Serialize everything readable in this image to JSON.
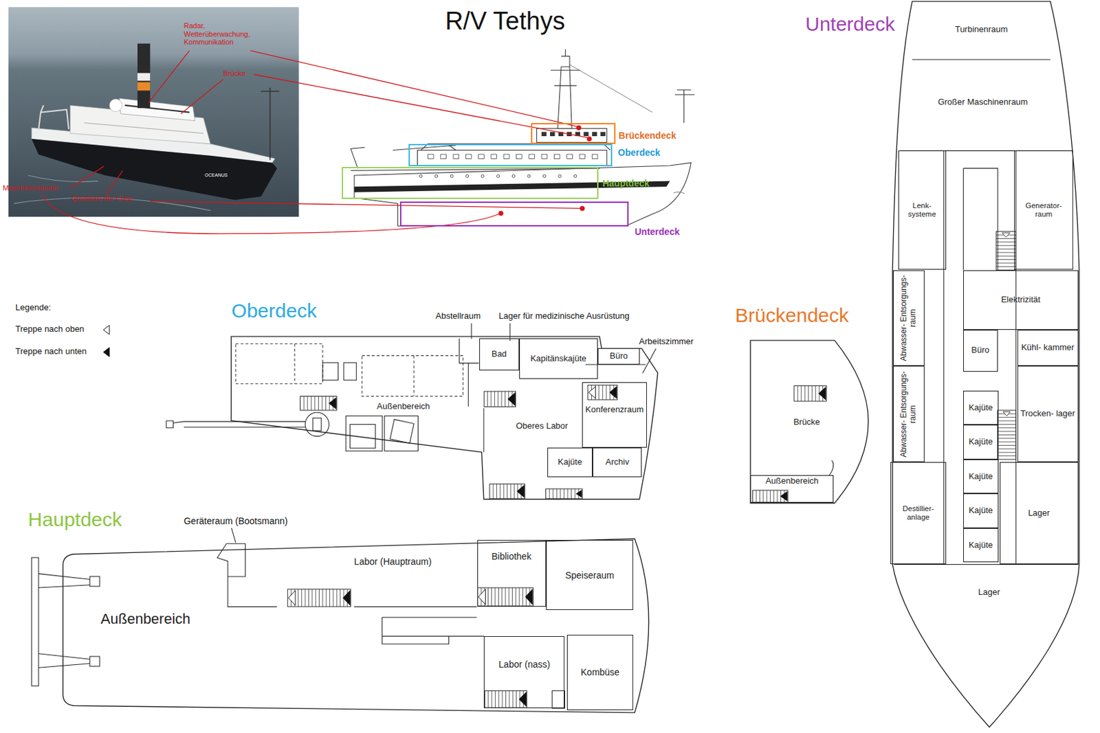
{
  "diagram": {
    "title": "R/V Tethys",
    "nodes": [
      {
        "text": [
          "Brückendeck"
        ]
      },
      {
        "text": [
          "Oberdeck"
        ]
      },
      {
        "text": [
          "Hauptdeck"
        ]
      },
      {
        "text": [
          "Unterdeck"
        ]
      },
      {
        "text": [
          "Oberdeck"
        ]
      },
      {
        "text": [
          "Außenbereich"
        ],
        "in": 4
      },
      {
        "text": [
          "Bad"
        ],
        "in": 4
      },
      {
        "text": [
          "Kapitänskajüte"
        ],
        "in": 4
      },
      {
        "text": [
          "Büro"
        ],
        "in": 4
      },
      {
        "text": [
          "Oberes Labor"
        ],
        "in": 4
      },
      {
        "text": [
          "Konferenzraum"
        ],
        "in": 4
      },
      {
        "text": [
          "Kajüte"
        ],
        "in": 4
      },
      {
        "text": [
          "Archiv"
        ],
        "in": 4
      },
      {
        "text": [
          "Brückendeck"
        ]
      },
      {
        "text": [
          "Brücke"
        ],
        "in": 13
      },
      {
        "text": [
          "Außenbereich"
        ],
        "in": 13
      },
      {
        "text": [
          "Hauptdeck"
        ]
      },
      {
        "text": [
          "Außenbereich"
        ],
        "in": 16
      },
      {
        "text": [
          "Labor (Hauptraum)"
        ],
        "in": 16
      },
      {
        "text": [
          "Bibliothek"
        ],
        "in": 16
      },
      {
        "text": [
          "Speiseraum"
        ],
        "in": 16
      },
      {
        "text": [
          "Labor (nass)"
        ],
        "in": 16
      },
      {
        "text": [
          "Kombüse"
        ],
        "in": 16
      },
      {
        "text": [
          "Unterdeck"
        ]
      },
      {
        "text": [
          "Turbinenraum"
        ],
        "in": 23
      },
      {
        "text": [
          "Großer Maschinenraum"
        ],
        "in": 23
      },
      {
        "text": [
          "Lenk- systeme"
        ],
        "in": 23
      },
      {
        "text": [
          "Generator- raum"
        ],
        "in": 23
      },
      {
        "text": [
          "Abwasser- Entsorgungs- raum"
        ],
        "in": 23
      },
      {
        "text": [
          "Elektrizität"
        ],
        "in": 23
      },
      {
        "text": [
          "Büro"
        ],
        "in": 23
      },
      {
        "text": [
          "Kühl- kammer"
        ],
        "in": 23
      },
      {
        "text": [
          "Abwasser- Entsorgungs- raum"
        ],
        "in": 23
      },
      {
        "text": [
          "Kajüte"
        ],
        "in": 23
      },
      {
        "text": [
          "Trocken- lager"
        ],
        "in": 23
      },
      {
        "text": [
          "Kajüte"
        ],
        "in": 23
      },
      {
        "text": [
          "Kajüte"
        ],
        "in": 23
      },
      {
        "text": [
          "Destillier- anlage"
        ],
        "in": 23
      },
      {
        "text": [
          "Kajüte"
        ],
        "in": 23
      },
      {
        "text": [
          "Lager"
        ],
        "in": 23
      },
      {
        "text": [
          "Kajüte"
        ],
        "in": 23
      },
      {
        "text": [
          "Lager"
        ],
        "in": 23
      }
    ],
    "labels": [
      "Radar, Wetterüberwachung, Kommunikation",
      "Brücke",
      "Maschinenräume",
      "Quartiere der Crew",
      "OCEANUS",
      "Legende:",
      "Abstellraum",
      "Lager für medizinische Ausrüstung",
      "Arbeitszimmer",
      "Geräteraum (Bootsmann)"
    ],
    "legend": [
      {
        "text": "Treppe nach oben"
      },
      {
        "text": "Treppe nach unten"
      }
    ]
  }
}
